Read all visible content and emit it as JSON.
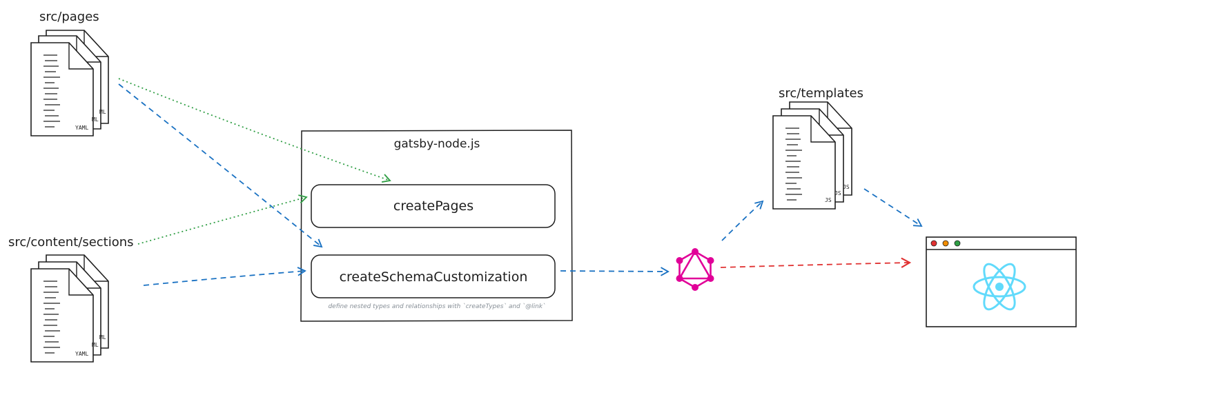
{
  "labels": {
    "pages_dir": "src/pages",
    "sections_dir": "src/content/sections",
    "templates_dir": "src/templates"
  },
  "file_tags": {
    "pages": [
      "YAML",
      "ML",
      "ML"
    ],
    "sections": [
      "YAML",
      "ML",
      "ML"
    ],
    "templates": [
      "JS",
      "JS",
      "JS"
    ]
  },
  "gatsby_node": {
    "title": "gatsby-node.js",
    "create_pages": "createPages",
    "create_schema": "createSchemaCustomization",
    "note": "define nested types and relationships with `createTypes` and `@link`"
  },
  "icons": {
    "graphql": "graphql-icon",
    "react": "react-icon",
    "browser": "browser-window-icon"
  },
  "colors": {
    "green_arrow": "#2f9e44",
    "blue_arrow": "#1971c2",
    "red_arrow": "#e03131",
    "graphql": "#e10098",
    "react": "#61dafb",
    "ink": "#1e1e1e"
  }
}
